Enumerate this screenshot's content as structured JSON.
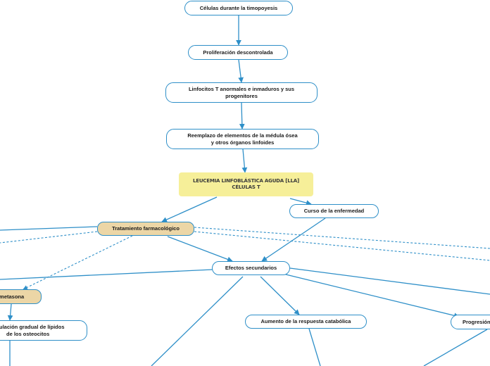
{
  "nodes": {
    "celulas_timopoyesis": "Células durante la timopoyesis",
    "proliferacion": "Proliferación descontrolada",
    "linfocitos_line1": "Linfocitos T anormales e inmaduros y sus",
    "linfocitos_line2": "progenitores",
    "reemplazo_line1": "Reemplazo de elementos de la médula ósea",
    "reemplazo_line2": "y otros órganos linfoides",
    "lla_line1": "LEUCEMIA LINFOBLÁSTICA AGUDA [LLA]",
    "lla_line2": "CÉLULAS T",
    "curso": "Curso de la enfermedad",
    "tratamiento": "Tratamiento farmacológico",
    "efectos": "Efectos secundarios",
    "dexametasona": "ametasona",
    "acumulacion_line1": "ulación gradual de lípidos",
    "acumulacion_line2": "de los osteocitos",
    "aumento": "Aumento de la respuesta catabólica",
    "progresion": "Progresión"
  },
  "colors": {
    "connector": "#2e8fc8",
    "central_fill": "#f6ef99",
    "treatment_fill": "#ecd6a6"
  }
}
